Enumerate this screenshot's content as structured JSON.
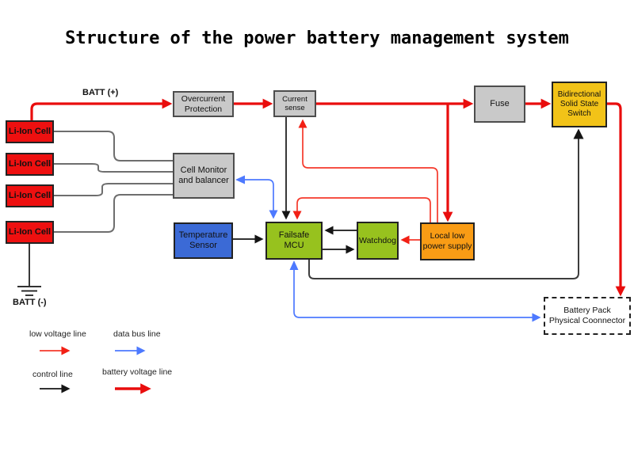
{
  "title": "Structure of the power battery management system",
  "labels": {
    "batt_plus": "BATT (+)",
    "batt_minus": "BATT (-)"
  },
  "boxes": {
    "li_ion_1": {
      "lines": [
        "Li-Ion Cell"
      ]
    },
    "li_ion_2": {
      "lines": [
        "Li-Ion Cell"
      ]
    },
    "li_ion_3": {
      "lines": [
        "Li-Ion Cell"
      ]
    },
    "li_ion_4": {
      "lines": [
        "Li-Ion Cell"
      ]
    },
    "overcurrent": {
      "lines": [
        "Overcurrent",
        "Protection"
      ]
    },
    "current_sense": {
      "lines": [
        "Current",
        "sense"
      ]
    },
    "fuse": {
      "lines": [
        "Fuse"
      ]
    },
    "bidirectional": {
      "lines": [
        "Bidirectional",
        "Solid State",
        "Switch"
      ]
    },
    "cell_monitor": {
      "lines": [
        "Cell Monitor",
        "and balancer"
      ]
    },
    "temp_sensor": {
      "lines": [
        "Temperature",
        "Sensor"
      ]
    },
    "failsafe_mcu": {
      "lines": [
        "Failsafe",
        "MCU"
      ]
    },
    "watchdog": {
      "lines": [
        "Watchdog"
      ]
    },
    "local_low": {
      "lines": [
        "Local low",
        "power supply"
      ]
    },
    "battery_pack": {
      "lines": [
        "Battery Pack",
        "Physical Coonnector"
      ]
    }
  },
  "legend": [
    {
      "label": "low voltage line",
      "type": "thin-red",
      "color": "#f5392b"
    },
    {
      "label": "data bus line",
      "type": "blue",
      "color": "#4d79ff"
    },
    {
      "label": "control line",
      "type": "black",
      "color": "#151515"
    },
    {
      "label": "battery voltage line",
      "type": "thick-red",
      "color": "#e90d0d"
    }
  ],
  "colors": {
    "battery_voltage_line": "#e90d0d",
    "low_voltage_line": "#f5392b",
    "data_bus_line": "#4d79ff",
    "control_line": "#151515",
    "cell_wire": "#6e6e6e",
    "box_gray": "#c9c9c9",
    "box_red": "#ee1010",
    "box_gold": "#f2c318",
    "box_green": "#97c21e",
    "box_orange": "#f99c15",
    "box_blue": "#3b6ad6"
  },
  "connections": [
    {
      "from": "li_ion_1",
      "to": "overcurrent",
      "type": "battery_voltage",
      "label": "BATT (+)"
    },
    {
      "from": "overcurrent",
      "to": "current_sense",
      "type": "battery_voltage"
    },
    {
      "from": "current_sense",
      "to": "fuse",
      "type": "battery_voltage"
    },
    {
      "from": "current_sense_line",
      "to": "local_low",
      "type": "battery_voltage"
    },
    {
      "from": "fuse",
      "to": "bidirectional",
      "type": "battery_voltage"
    },
    {
      "from": "bidirectional",
      "to": "battery_pack",
      "type": "battery_voltage"
    },
    {
      "from": "local_low",
      "to": "current_sense",
      "type": "low_voltage"
    },
    {
      "from": "local_low",
      "to": "failsafe_mcu",
      "type": "low_voltage"
    },
    {
      "from": "local_low",
      "to": "watchdog",
      "type": "low_voltage"
    },
    {
      "from": "current_sense",
      "to": "failsafe_mcu",
      "type": "control"
    },
    {
      "from": "temp_sensor",
      "to": "failsafe_mcu",
      "type": "control"
    },
    {
      "from": "watchdog",
      "to": "failsafe_mcu",
      "type": "control"
    },
    {
      "from": "failsafe_mcu",
      "to": "watchdog",
      "type": "control"
    },
    {
      "from": "failsafe_mcu",
      "to": "bidirectional",
      "type": "control"
    },
    {
      "from": "cell_monitor",
      "to": "failsafe_mcu",
      "type": "data_bus_bidirectional"
    },
    {
      "from": "failsafe_mcu",
      "to": "battery_pack",
      "type": "data_bus_bidirectional"
    },
    {
      "from": "li_ion_cells",
      "to": "cell_monitor",
      "type": "cell_sense_wires"
    },
    {
      "from": "li_ion_4",
      "to": "ground",
      "type": "control",
      "label": "BATT (-)"
    }
  ]
}
